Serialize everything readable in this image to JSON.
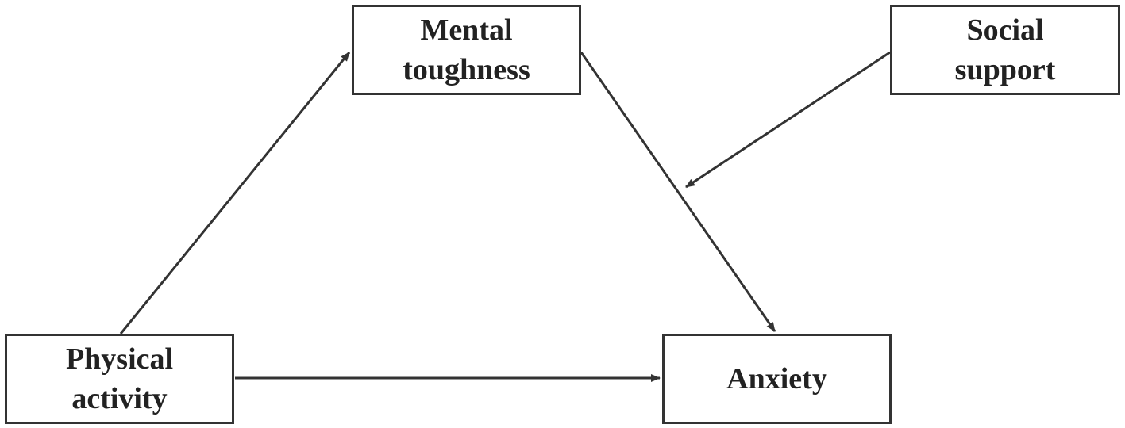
{
  "nodes": {
    "mental_toughness": {
      "label": "Mental\ntoughness"
    },
    "social_support": {
      "label": "Social\nsupport"
    },
    "physical_activity": {
      "label": "Physical\nactivity"
    },
    "anxiety": {
      "label": "Anxiety"
    }
  },
  "edges": [
    {
      "from": "physical_activity",
      "to": "mental_toughness"
    },
    {
      "from": "mental_toughness",
      "to": "anxiety"
    },
    {
      "from": "physical_activity",
      "to": "anxiety"
    },
    {
      "from": "social_support",
      "to": "mental_toughness_anxiety_path"
    }
  ],
  "colors": {
    "stroke": "#333333",
    "text": "#222222",
    "background": "#ffffff"
  }
}
